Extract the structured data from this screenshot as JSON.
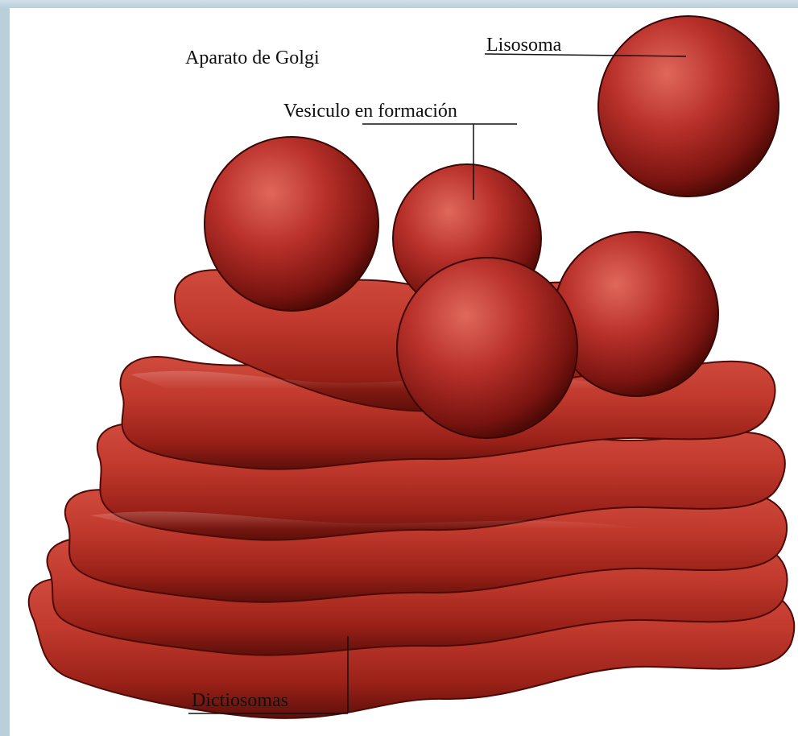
{
  "diagram": {
    "title": "Aparato de Golgi",
    "labels": {
      "lysosome": "Lisosoma",
      "forming_vesicle": "Vesiculo en formación",
      "dictyosomes": "Dictiosomas"
    },
    "colors": {
      "organelle_light": "#d9574c",
      "organelle_mid": "#b02a1f",
      "organelle_dark": "#5a0d08",
      "background": "#ffffff",
      "page_border": "#b9cfda"
    }
  }
}
